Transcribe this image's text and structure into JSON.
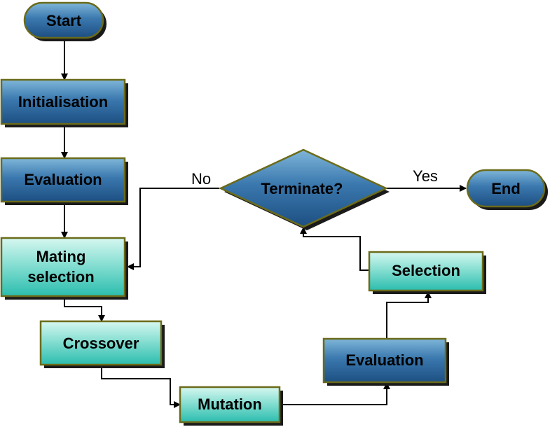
{
  "colors": {
    "blue_top": "#7fb6d9",
    "blue_bottom": "#1d4f82",
    "teal_top": "#c8f2ea",
    "teal_bottom": "#2bbdae",
    "border": "#6b6b1a",
    "shadow": "#1a1a1a",
    "line": "#000000"
  },
  "nodes": {
    "start": "Start",
    "initialisation": "Initialisation",
    "evaluation_1": "Evaluation",
    "mating_selection_line1": "Mating",
    "mating_selection_line2": "selection",
    "crossover": "Crossover",
    "mutation": "Mutation",
    "evaluation_2": "Evaluation",
    "selection": "Selection",
    "terminate": "Terminate?",
    "end": "End"
  },
  "edges": {
    "no_label": "No",
    "yes_label": "Yes"
  }
}
